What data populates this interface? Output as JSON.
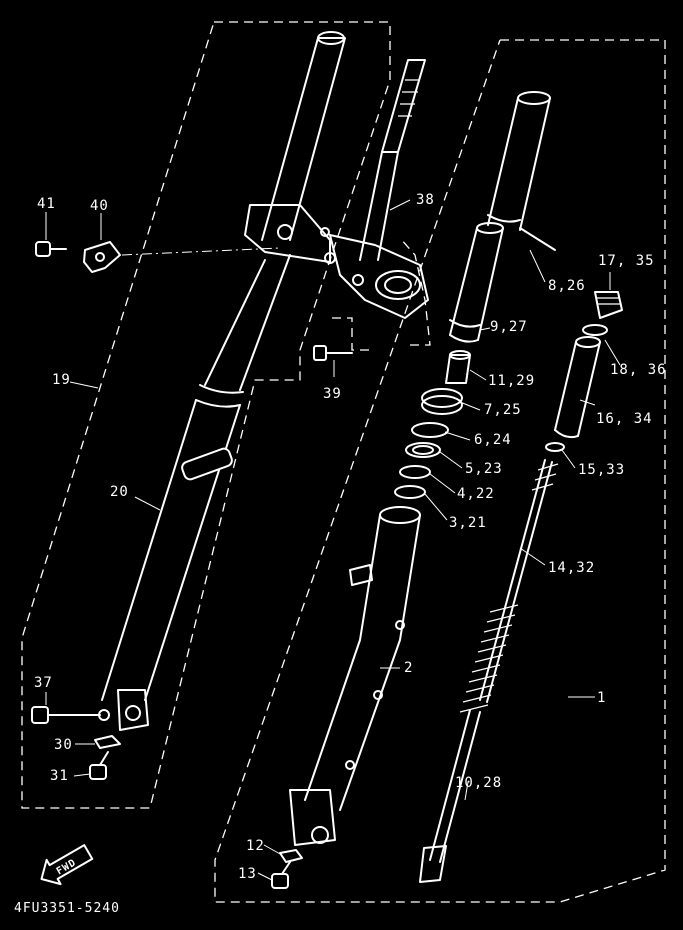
{
  "diagram": {
    "callouts": [
      {
        "id": "c41",
        "text": "41"
      },
      {
        "id": "c40",
        "text": "40"
      },
      {
        "id": "c38",
        "text": "38"
      },
      {
        "id": "c17_35",
        "text": "17, 35"
      },
      {
        "id": "c8_26",
        "text": "8,26"
      },
      {
        "id": "c9_27",
        "text": "9,27"
      },
      {
        "id": "c18_36",
        "text": "18, 36"
      },
      {
        "id": "c11_29",
        "text": "11,29"
      },
      {
        "id": "c7_25",
        "text": "7,25"
      },
      {
        "id": "c16_34",
        "text": "16, 34"
      },
      {
        "id": "c6_24",
        "text": "6,24"
      },
      {
        "id": "c5_23",
        "text": "5,23"
      },
      {
        "id": "c15_33",
        "text": "15,33"
      },
      {
        "id": "c4_22",
        "text": "4,22"
      },
      {
        "id": "c3_21",
        "text": "3,21"
      },
      {
        "id": "c39",
        "text": "39"
      },
      {
        "id": "c19",
        "text": "19"
      },
      {
        "id": "c20",
        "text": "20"
      },
      {
        "id": "c14_32",
        "text": "14,32"
      },
      {
        "id": "c2",
        "text": "2"
      },
      {
        "id": "c1",
        "text": "1"
      },
      {
        "id": "c37",
        "text": "37"
      },
      {
        "id": "c30",
        "text": "30"
      },
      {
        "id": "c31",
        "text": "31"
      },
      {
        "id": "c10_28",
        "text": "10,28"
      },
      {
        "id": "c12",
        "text": "12"
      },
      {
        "id": "c13",
        "text": "13"
      }
    ],
    "direction_badge": "FWD",
    "figure_code": "4FU3351-5240"
  }
}
